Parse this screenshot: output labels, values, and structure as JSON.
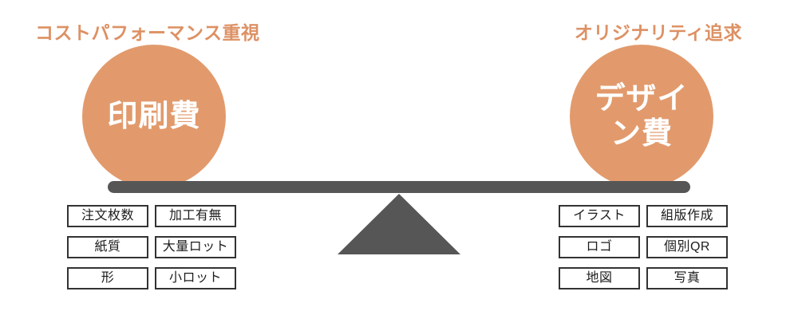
{
  "diagram": {
    "type": "balance-scale-comparison",
    "left": {
      "heading": "コストパフォーマンス重視",
      "circle_label": "印刷費",
      "tags": [
        "注文枚数",
        "加工有無",
        "紙質",
        "大量ロット",
        "形",
        "小ロット"
      ]
    },
    "right": {
      "heading": "オリジナリティ追求",
      "circle_label": "デザイン費",
      "tags": [
        "イラスト",
        "組版作成",
        "ロゴ",
        "個別QR",
        "地図",
        "写真"
      ]
    }
  },
  "colors": {
    "accent_orange": "#e29a6c",
    "heading_orange": "#dd9164",
    "beam_gray": "#565656",
    "tag_border": "#333333",
    "tag_text": "#1c1c1c",
    "circle_text": "#ffffff",
    "background": "#ffffff"
  }
}
